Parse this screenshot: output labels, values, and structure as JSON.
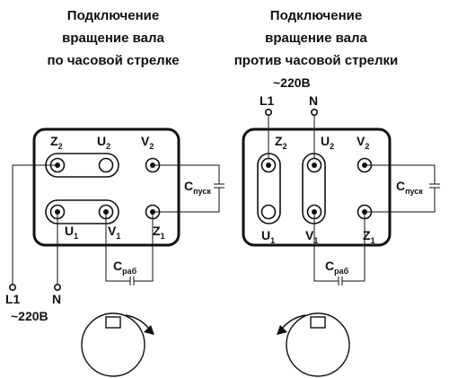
{
  "left": {
    "title_lines": [
      "Подключение",
      "вращение вала",
      "по часовой стрелке"
    ],
    "terminals": {
      "Z": "Z",
      "U": "U",
      "V": "V",
      "s2": "2",
      "s1": "1"
    },
    "c_start": {
      "main": "C",
      "sub": "пуск"
    },
    "c_run": {
      "main": "C",
      "sub": "раб"
    },
    "line": "L1",
    "neutral": "N",
    "voltage": "~220В"
  },
  "right": {
    "title_lines": [
      "Подключение",
      "вращение вала",
      "против часовой стрелки"
    ],
    "terminals": {
      "Z": "Z",
      "U": "U",
      "V": "V",
      "s2": "2",
      "s1": "1"
    },
    "c_start": {
      "main": "C",
      "sub": "пуск"
    },
    "c_run": {
      "main": "C",
      "sub": "раб"
    },
    "line": "L1",
    "neutral": "N",
    "voltage": "~220В"
  }
}
